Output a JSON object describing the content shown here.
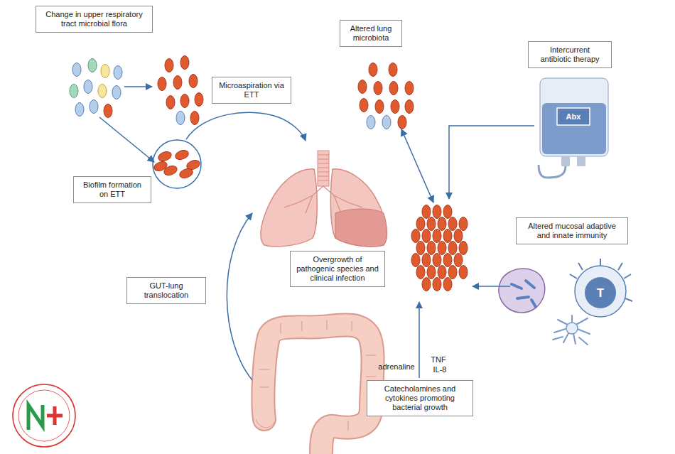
{
  "diagram": {
    "nodes": [
      {
        "text": [
          "Change in upper respiratory tract microbial flora"
        ]
      },
      {
        "text": [
          "Microaspiration via ETT"
        ]
      },
      {
        "text": [
          "Biofilm formation on ETT"
        ]
      },
      {
        "text": [
          "Altered lung microbiota"
        ]
      },
      {
        "text": [
          "Intercurrent antibiotic therapy"
        ]
      },
      {
        "text": [
          "Overgrowth of pathogenic species and clinical infection"
        ]
      },
      {
        "text": [
          "GUT-lung translocation"
        ]
      },
      {
        "text": [
          "Altered mucosal adaptive and innate immunity"
        ]
      },
      {
        "text": [
          "Catecholamines and cytokines promoting bacterial growth"
        ]
      }
    ],
    "labels": [
      "Abx",
      "T",
      "adrenaline",
      "TNF",
      "IL-8"
    ]
  }
}
